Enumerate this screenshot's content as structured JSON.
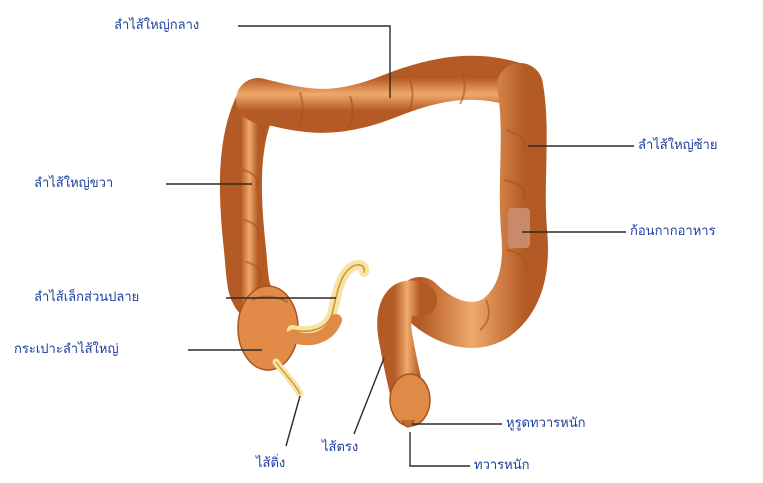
{
  "colors": {
    "tissue_base": "#d9783a",
    "tissue_light": "#f3b980",
    "tissue_dark": "#a8521f",
    "appendix_fill": "#f7e3a8",
    "appendix_stroke": "#c9981f",
    "feces_fill": "#c98a6a",
    "leader_line": "#2b2b2b",
    "label_text": "#1e3f9c"
  },
  "labels": {
    "transverse_colon": "ลำไส้ใหญ่กลาง",
    "descending_colon": "ลำไส้ใหญ่ซ้าย",
    "ascending_colon": "ลำไส้ใหญ่ขวา",
    "fecal_mass": "ก้อนกากอาหาร",
    "ileum": "ลำไส้เล็กส่วนปลาย",
    "cecum": "กระเปาะลำไส้ใหญ่",
    "appendix": "ไส้ติ่ง",
    "rectum": "ไส้ตรง",
    "anal_canal": "หูรูดทวารหนัก",
    "anus": "ทวารหนัก"
  }
}
